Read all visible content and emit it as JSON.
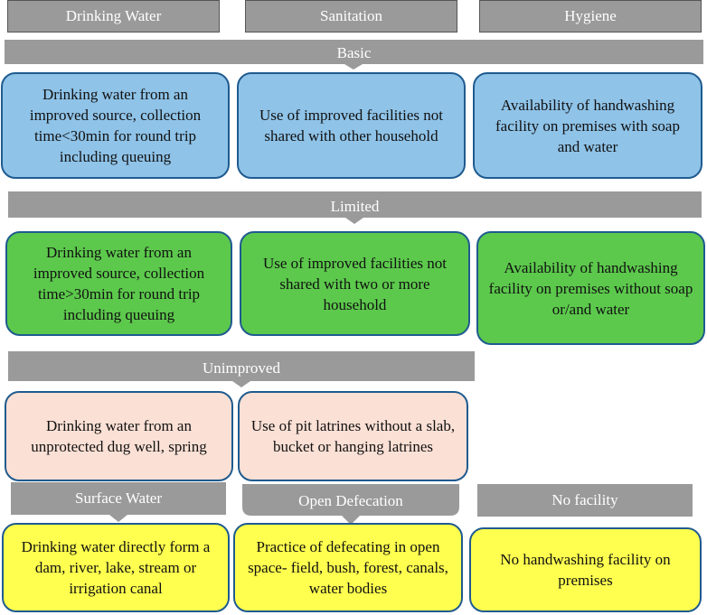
{
  "columns": [
    "Drinking Water",
    "Sanitation",
    "Hygiene"
  ],
  "levels": {
    "basic": {
      "label": "Basic",
      "water": "Drinking water from an improved source, collection time<30min for round trip including queuing",
      "sanitation": "Use of improved facilities not shared with other household",
      "hygiene": "Availability of handwashing facility on premises with soap and water"
    },
    "limited": {
      "label": "Limited",
      "water": "Drinking water from an improved source, collection time>30min for round trip including queuing",
      "sanitation": "Use of improved facilities not shared with two or more household",
      "hygiene": "Availability of handwashing facility on premises without soap or/and water"
    },
    "unimproved": {
      "label": "Unimproved",
      "water": "Drinking water from an unprotected dug well, spring",
      "sanitation": "Use of pit latrines without a slab, bucket or hanging latrines"
    },
    "bottom": {
      "water_label": "Surface Water",
      "water": "Drinking water directly form a dam, river, lake, stream or irrigation canal",
      "sanitation_label": "Open Defecation",
      "sanitation": "Practice of defecating in open space- field, bush, forest, canals, water bodies",
      "hygiene_label": "No facility",
      "hygiene": "No handwashing facility on premises"
    }
  },
  "colors": {
    "header_gray": "#9a9a9a",
    "basic": "#8fc3e8",
    "limited": "#5cc94c",
    "unimproved": "#fbe0d5",
    "bottom": "#ffff4f",
    "box_border": "#1f5b8f"
  }
}
